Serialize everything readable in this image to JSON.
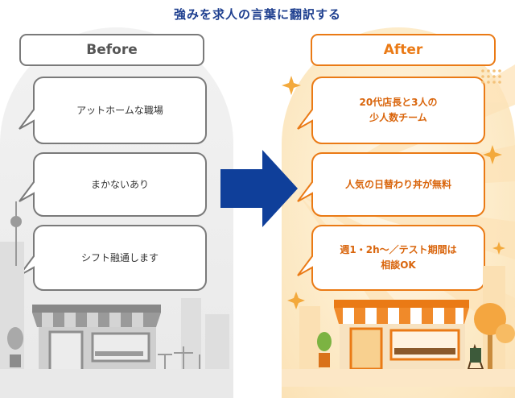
{
  "title": "強みを求人の言葉に翻訳する",
  "before": {
    "header": "Before",
    "items": [
      "アットホームな職場",
      "まかないあり",
      "シフト融通します"
    ]
  },
  "after": {
    "header": "After",
    "items": [
      "20代店長と3人の\n少人数チーム",
      "人気の日替わり丼が無料",
      "週1・2h～／テスト期間は\n相談OK"
    ]
  },
  "colors": {
    "title": "#1e3f8f",
    "before": "#7a7a7a",
    "after": "#ea7a15",
    "arrow": "#0f3f9a"
  }
}
